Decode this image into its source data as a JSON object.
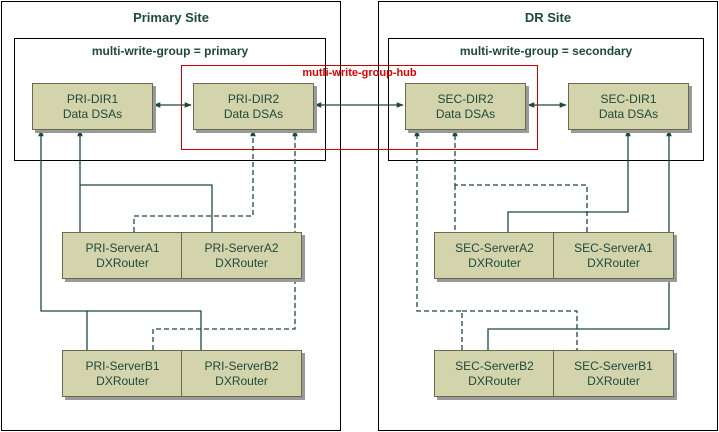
{
  "sites": {
    "primary": {
      "title": "Primary Site",
      "group_label": "multi-write-group = primary",
      "dir1": {
        "name": "PRI-DIR1",
        "role": "Data DSAs"
      },
      "dir2": {
        "name": "PRI-DIR2",
        "role": "Data DSAs"
      },
      "serverA1": {
        "name": "PRI-ServerA1",
        "role": "DXRouter"
      },
      "serverA2": {
        "name": "PRI-ServerA2",
        "role": "DXRouter"
      },
      "serverB1": {
        "name": "PRI-ServerB1",
        "role": "DXRouter"
      },
      "serverB2": {
        "name": "PRI-ServerB2",
        "role": "DXRouter"
      }
    },
    "dr": {
      "title": "DR Site",
      "group_label": "multi-write-group = secondary",
      "dir2": {
        "name": "SEC-DIR2",
        "role": "Data DSAs"
      },
      "dir1": {
        "name": "SEC-DIR1",
        "role": "Data DSAs"
      },
      "serverA2": {
        "name": "SEC-ServerA2",
        "role": "DXRouter"
      },
      "serverA1": {
        "name": "SEC-ServerA1",
        "role": "DXRouter"
      },
      "serverB2": {
        "name": "SEC-ServerB2",
        "role": "DXRouter"
      },
      "serverB1": {
        "name": "SEC-ServerB1",
        "role": "DXRouter"
      }
    }
  },
  "hub": {
    "label": "mutli-write-group-hub"
  },
  "colors": {
    "node_fill": "#d3d3ac",
    "text": "#1e4a3a",
    "line": "#1e4a3a",
    "hub_border": "#cc0000",
    "hub_text": "#e00000"
  }
}
